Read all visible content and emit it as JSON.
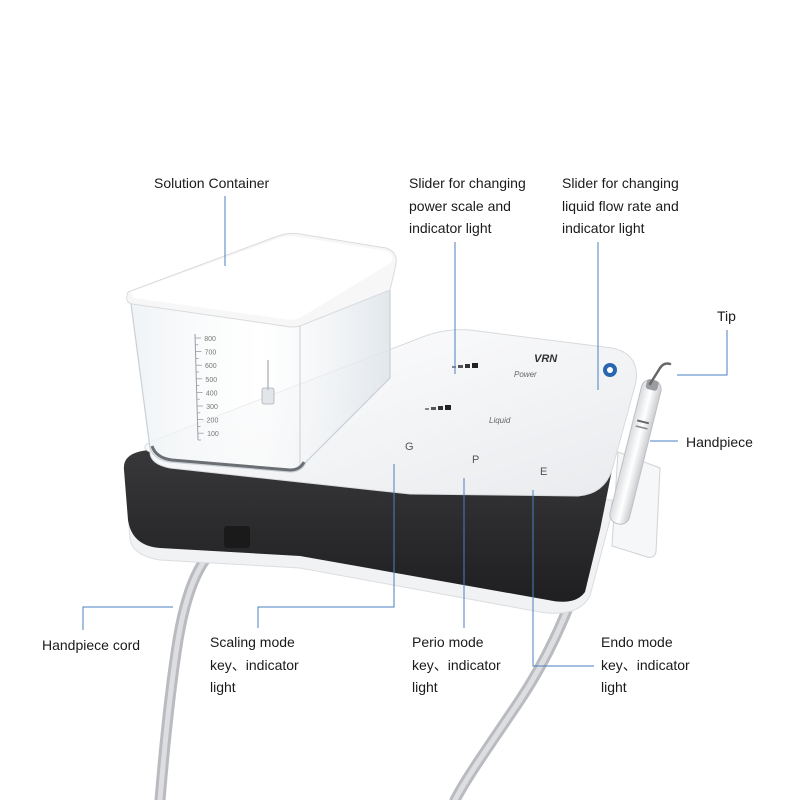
{
  "labels": {
    "solution_container": [
      "Solution Container"
    ],
    "power_slider": [
      "Slider for changing",
      "power scale and",
      "indicator light"
    ],
    "liquid_slider": [
      "Slider for changing",
      "liquid flow rate and",
      "indicator light"
    ],
    "tip": [
      "Tip"
    ],
    "handpiece": [
      "Handpiece"
    ],
    "handpiece_cord": [
      "Handpiece cord"
    ],
    "scaling_mode": [
      "Scaling mode",
      "key、indicator",
      "light"
    ],
    "perio_mode": [
      "Perio mode",
      "key、indicator",
      "light"
    ],
    "endo_mode": [
      "Endo mode",
      "key、indicator",
      "light"
    ]
  },
  "device": {
    "brand": "VRN",
    "power_text": "Power",
    "liquid_text": "Liquid",
    "keys": [
      "G",
      "P",
      "E"
    ],
    "scale_marks": [
      "800",
      "700",
      "600",
      "500",
      "400",
      "300",
      "200",
      "100"
    ]
  },
  "colors": {
    "leader_line": "#4a7fc1",
    "body_white": "#f4f5f7",
    "body_dark": "#2b2b2d",
    "cord": "#c8cacd"
  }
}
